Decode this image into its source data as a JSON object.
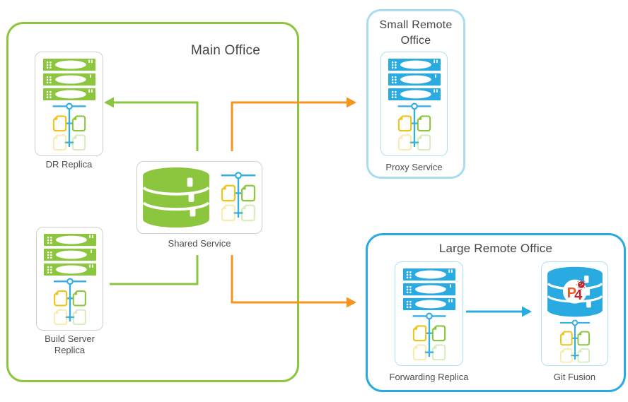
{
  "colors": {
    "green": "#8CC63F",
    "blue": "#29ABE2",
    "orange": "#F7941E",
    "light_blue_border": "#A9DCEF",
    "card_border_gray": "#CFCFCF",
    "file_yellow": "#F0C319",
    "file_green": "#8CC63F",
    "tree_blue": "#34AEE6",
    "text_gray": "#4D4D4F",
    "logo_orange": "#F15A24",
    "logo_red": "#C1272D"
  },
  "main_office": {
    "title": "Main Office",
    "nodes": [
      {
        "label": "DR Replica",
        "icon": "server-stack"
      },
      {
        "label": "Shared Service",
        "icon": "database"
      },
      {
        "label": "Build Server Replica",
        "icon": "server-stack"
      }
    ]
  },
  "small_remote_office": {
    "title": "Small Remote Office",
    "nodes": [
      {
        "label": "Proxy Service",
        "icon": "server-stack"
      }
    ]
  },
  "large_remote_office": {
    "title": "Large Remote Office",
    "nodes": [
      {
        "label": "Forwarding Replica",
        "icon": "server-stack"
      },
      {
        "label": "Git Fusion",
        "icon": "p4-database",
        "logo_p": "P",
        "logo_4": "4"
      }
    ]
  },
  "connections": [
    {
      "from": "Shared Service",
      "to": "DR Replica",
      "color": "green",
      "arrowhead": true
    },
    {
      "from": "Shared Service",
      "to": "Proxy Service (Small Remote Office)",
      "color": "orange",
      "arrowhead": true
    },
    {
      "from": "Shared Service",
      "to": "Build Server Replica",
      "color": "green",
      "arrowhead": false
    },
    {
      "from": "Shared Service",
      "to": "Forwarding Replica (Large Remote Office)",
      "color": "orange",
      "arrowhead": true
    },
    {
      "from": "Forwarding Replica",
      "to": "Git Fusion",
      "color": "blue",
      "arrowhead": true
    }
  ]
}
